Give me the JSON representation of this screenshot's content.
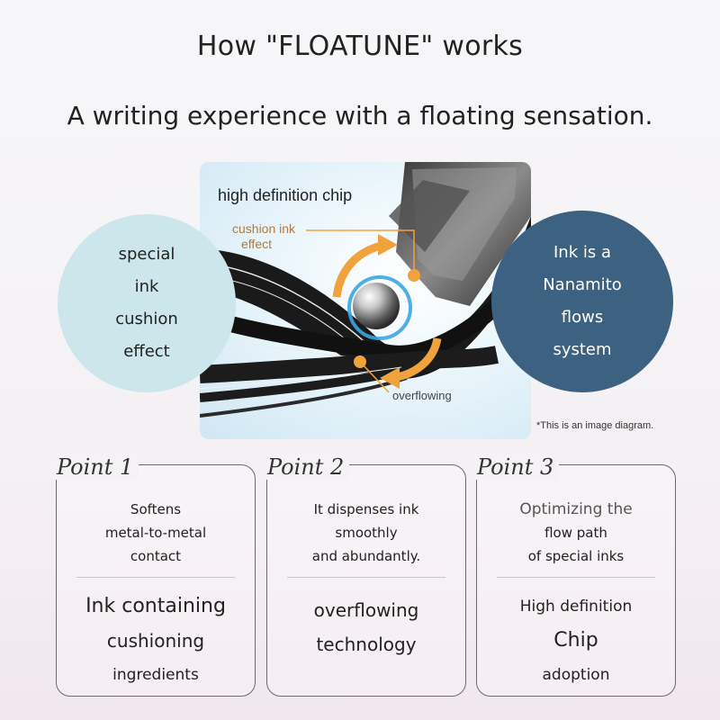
{
  "header": {
    "title": "How \"FLOATUNE\" works",
    "subtitle": "A writing experience with a floating sensation."
  },
  "diagram": {
    "chip_label": "high definition chip",
    "cushion_label_line1": "cushion ink",
    "cushion_label_line2": "effect",
    "overflowing_label": "overflowing",
    "note": "*This is an image diagram.",
    "colors": {
      "accent_orange": "#f0a23c",
      "ball_glow": "#3ba6e0"
    }
  },
  "left_circle": {
    "lines": [
      "special",
      "ink",
      "cushion",
      "effect"
    ],
    "color": "#cde6ec"
  },
  "right_circle": {
    "lines": [
      "Ink is a",
      "Nanamito",
      "flows",
      "system"
    ],
    "color": "#3d6180"
  },
  "points": [
    {
      "label": "Point 1",
      "top_lines": [
        "Softens",
        "metal-to-metal",
        "contact"
      ],
      "bottom_lines": [
        "Ink containing",
        "cushioning",
        "ingredients"
      ]
    },
    {
      "label": "Point 2",
      "top_lines": [
        "It dispenses ink",
        "smoothly",
        "and abundantly."
      ],
      "bottom_lines": [
        "overflowing",
        "technology"
      ]
    },
    {
      "label": "Point 3",
      "top_lines": [
        "Optimizing the",
        "flow path",
        "of special inks"
      ],
      "bottom_lines": [
        "High definition",
        "Chip",
        "adoption"
      ]
    }
  ]
}
